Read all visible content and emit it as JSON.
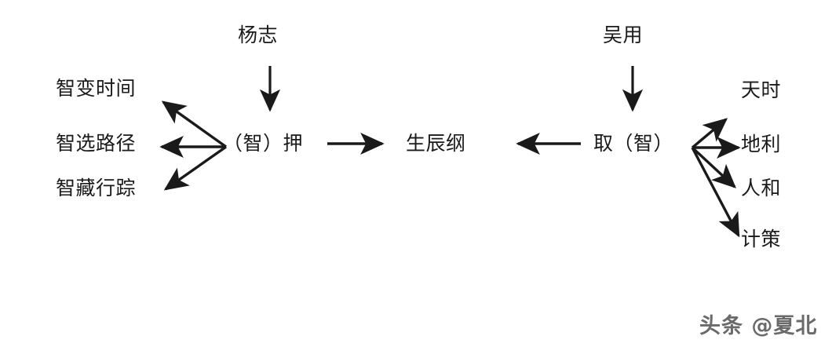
{
  "diagram": {
    "type": "flow-relationship-diagram",
    "background_color": "#ffffff",
    "stroke_color": "#1a1a1a",
    "text_color": "#1a1a1a",
    "nodes": {
      "yangzhi": "杨志",
      "wuyong": "吴用",
      "escort": "（智）押",
      "treasure": "生辰纲",
      "seize": "取（智）",
      "left_branch_1": "智变时间",
      "left_branch_2": "智选路径",
      "left_branch_3": "智藏行踪",
      "right_branch_1": "天时",
      "right_branch_2": "地利",
      "right_branch_3": "人和",
      "right_branch_4": "计策"
    },
    "edges": [
      {
        "name": "yangzhi-to-escort",
        "from": "杨志",
        "to": "（智）押",
        "direction": "down"
      },
      {
        "name": "escort-to-treasure",
        "from": "（智）押",
        "to": "生辰纲",
        "direction": "right"
      },
      {
        "name": "wuyong-to-seize",
        "from": "吴用",
        "to": "取（智）",
        "direction": "down"
      },
      {
        "name": "seize-to-treasure",
        "from": "取（智）",
        "to": "生辰纲",
        "direction": "left"
      },
      {
        "name": "escort-to-branch-1",
        "from": "（智）押",
        "to": "智变时间",
        "direction": "up-left"
      },
      {
        "name": "escort-to-branch-2",
        "from": "（智）押",
        "to": "智选路径",
        "direction": "left"
      },
      {
        "name": "escort-to-branch-3",
        "from": "（智）押",
        "to": "智藏行踪",
        "direction": "down-left"
      },
      {
        "name": "seize-to-branch-1",
        "from": "取（智）",
        "to": "天时",
        "direction": "up-right"
      },
      {
        "name": "seize-to-branch-2",
        "from": "取（智）",
        "to": "地利",
        "direction": "right"
      },
      {
        "name": "seize-to-branch-3",
        "from": "取（智）",
        "to": "人和",
        "direction": "down-right"
      },
      {
        "name": "seize-to-branch-4",
        "from": "取（智）",
        "to": "计策",
        "direction": "down-right-steep"
      }
    ]
  },
  "watermark": {
    "text": "头条 @夏北"
  }
}
